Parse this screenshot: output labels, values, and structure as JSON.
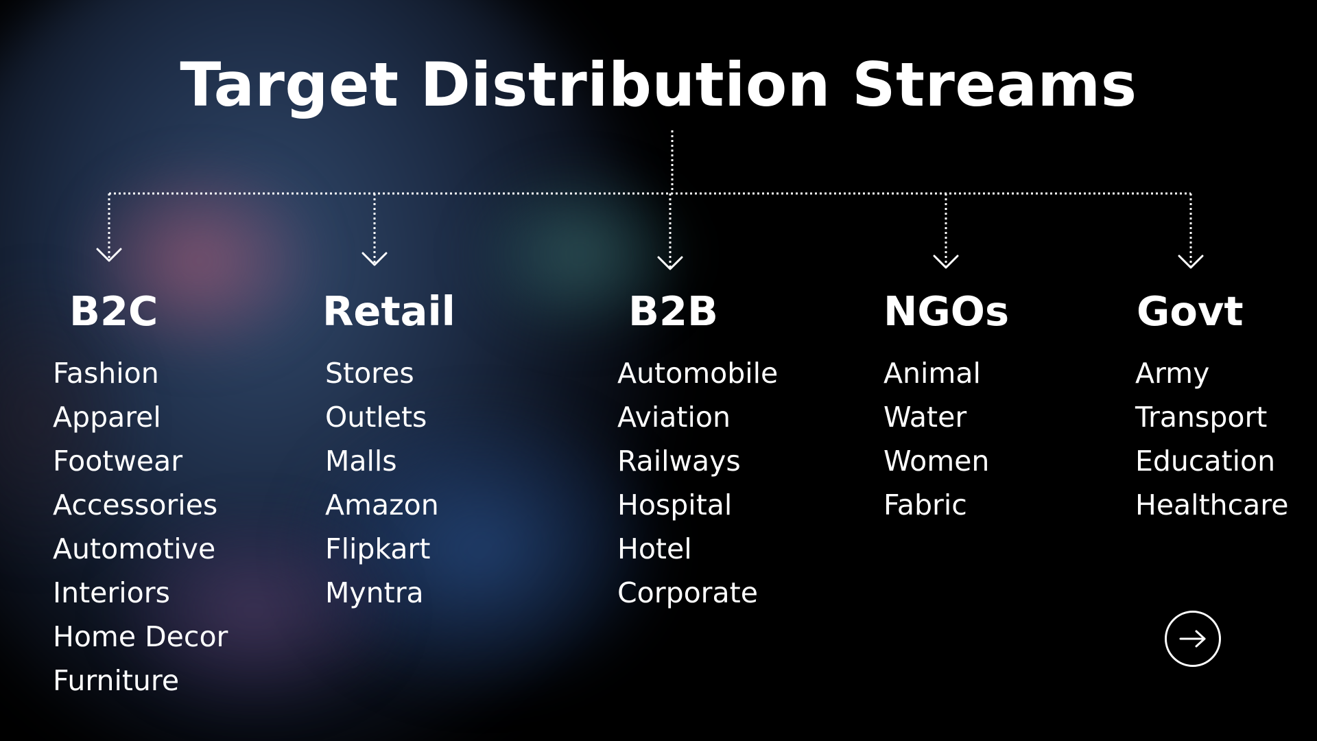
{
  "title": "Target Distribution Streams",
  "streams": [
    {
      "heading": "B2C",
      "items": [
        "Fashion",
        "Apparel",
        "Footwear",
        "Accessories",
        "Automotive",
        "Interiors",
        "Home Decor",
        "Furniture"
      ]
    },
    {
      "heading": "Retail",
      "items": [
        "Stores",
        "Outlets",
        "Malls",
        "Amazon",
        "Flipkart",
        "Myntra"
      ]
    },
    {
      "heading": "B2B",
      "items": [
        "Automobile",
        "Aviation",
        "Railways",
        "Hospital",
        "Hotel",
        "Corporate"
      ]
    },
    {
      "heading": "NGOs",
      "items": [
        "Animal",
        "Water",
        "Women",
        "Fabric"
      ]
    },
    {
      "heading": "Govt",
      "items": [
        "Army",
        "Transport",
        "Education",
        "Healthcare"
      ]
    }
  ],
  "next_button": {
    "icon": "arrow-right-icon"
  },
  "colors": {
    "background": "#000000",
    "text": "#ffffff",
    "connector": "#ffffff"
  }
}
